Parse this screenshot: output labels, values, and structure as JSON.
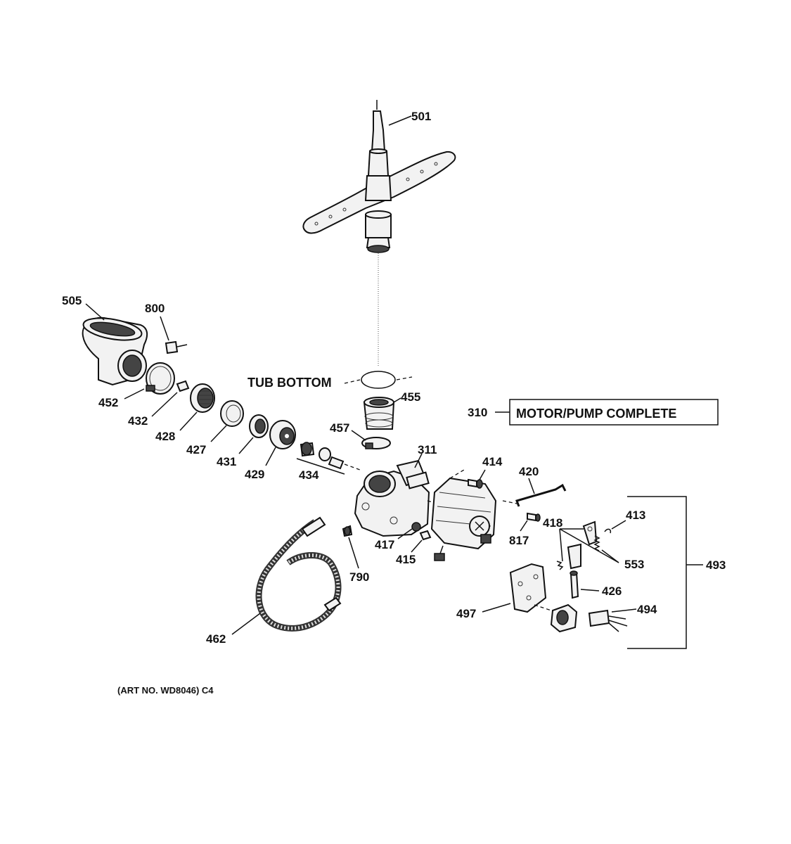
{
  "labels": {
    "p501": "501",
    "p505": "505",
    "p800": "800",
    "tub_bottom": "TUB BOTTOM",
    "p455": "455",
    "p310": "310",
    "motor_pump": "MOTOR/PUMP COMPLETE",
    "p452": "452",
    "p432": "432",
    "p428": "428",
    "p427": "427",
    "p431": "431",
    "p429": "429",
    "p434": "434",
    "p457": "457",
    "p311": "311",
    "p414": "414",
    "p420": "420",
    "p418": "418",
    "p413": "413",
    "p817": "817",
    "p417": "417",
    "p415": "415",
    "p553": "553",
    "p493": "493",
    "p790": "790",
    "p426": "426",
    "p497": "497",
    "p494": "494",
    "p462": "462",
    "art_no": "(ART NO. WD8046) C4"
  }
}
